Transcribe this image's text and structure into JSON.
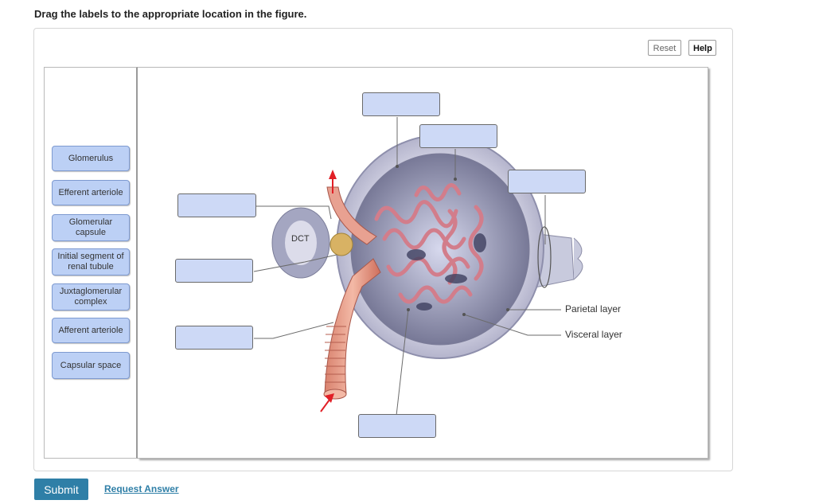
{
  "instruction": "Drag the labels to the appropriate location in the figure.",
  "toolbar": {
    "reset_label": "Reset",
    "help_label": "Help"
  },
  "label_bank": [
    "Glomerulus",
    "Efferent arteriole",
    "Glomerular capsule",
    "Initial segment of renal tubule",
    "Juxtaglomerular complex",
    "Afferent arteriole",
    "Capsular space"
  ],
  "figure": {
    "fixed_labels": {
      "dct": "DCT",
      "parietal": "Parietal layer",
      "visceral": "Visceral layer"
    },
    "drop_target_count": 7
  },
  "footer": {
    "submit_label": "Submit",
    "request_answer_label": "Request Answer"
  },
  "colors": {
    "chip_fill": "#bcd0f5",
    "target_fill": "#cdd9f6",
    "primary": "#2f7fa7"
  }
}
